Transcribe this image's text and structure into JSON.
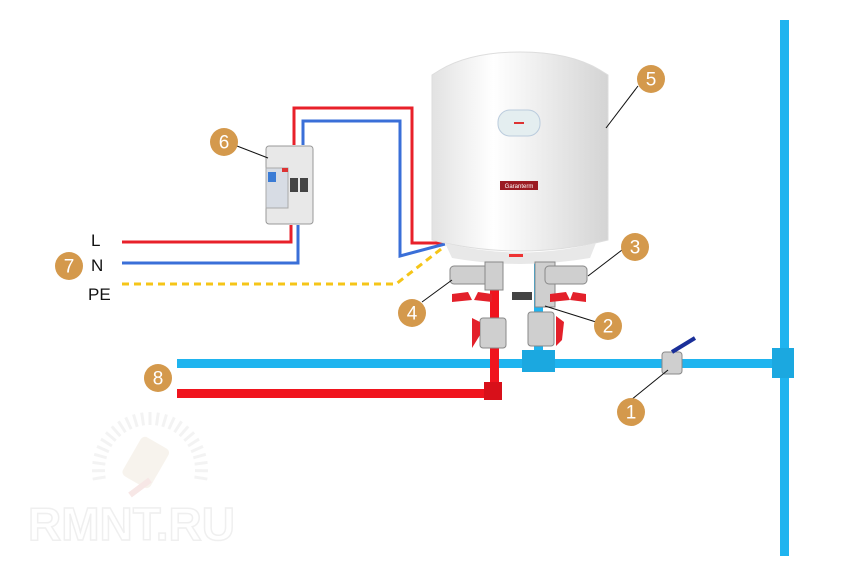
{
  "wire_labels": {
    "l": "L",
    "n": "N",
    "pe": "PE"
  },
  "callouts": [
    "1",
    "2",
    "3",
    "4",
    "5",
    "6",
    "7",
    "8"
  ],
  "heater": {
    "brand": "Garanterm"
  },
  "watermark": "RMNT.RU",
  "colors": {
    "cold_pipe": "#1fb4ef",
    "hot_pipe": "#f0141e",
    "phase_wire": "#e8202a",
    "neutral_wire": "#3a6fd8",
    "ground_wire": "#f5c518",
    "callout": "#d4994c"
  }
}
